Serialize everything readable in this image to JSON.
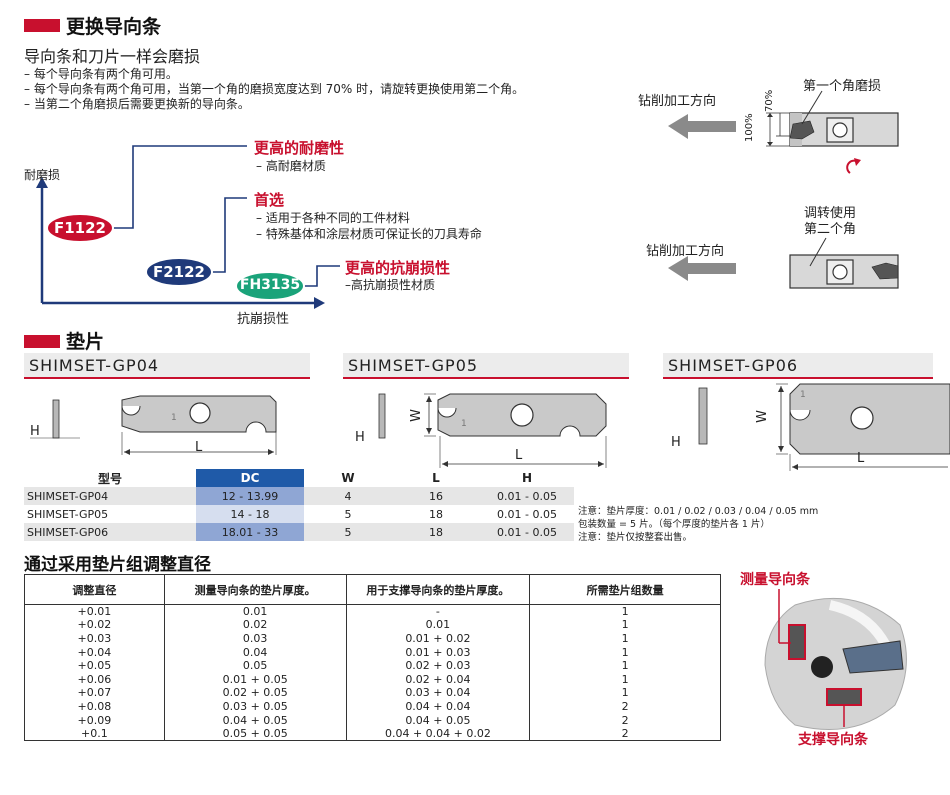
{
  "section1": {
    "title": "更换导向条",
    "subtitle": "导向条和刀片一样会磨损",
    "bullets": [
      "– 每个导向条有两个角可用。",
      "– 每个导向条有两个角可用，当第一个角的磨损宽度达到 70% 时，请旋转更换使用第二个角。",
      "– 当第二个角磨损后需要更换新的导向条。"
    ]
  },
  "grade_chart": {
    "y_label": "耐磨损",
    "x_label": "抗崩损性",
    "grades": [
      {
        "name": "F1122",
        "color": "#c8102e",
        "title": "更高的耐磨性",
        "lines": [
          "– 高耐磨材质"
        ]
      },
      {
        "name": "F2122",
        "color": "#1f3a7a",
        "title": "首选",
        "lines": [
          "– 适用于各种不同的工件材料",
          "– 特殊基体和涂层材质可保证长的刀具寿命"
        ]
      },
      {
        "name": "FH3135",
        "color": "#1aa37a",
        "title": "更高的抗崩损性",
        "lines": [
          "–高抗崩损性材质"
        ]
      }
    ]
  },
  "pad_diagram": {
    "direction_label_1": "钻削加工方向",
    "direction_label_2": "钻削加工方向",
    "first_corner_label": "第一个角磨损",
    "second_corner_label": [
      "调转使用",
      "第二个角"
    ],
    "dim_100": "100%",
    "dim_70": "70%"
  },
  "section2": {
    "title": "垫片",
    "shims": [
      "SHIMSET-GP04",
      "SHIMSET-GP05",
      "SHIMSET-GP06"
    ],
    "dim_labels": {
      "H": "H",
      "L": "L",
      "W": "W",
      "mark": "1"
    }
  },
  "spec_table": {
    "headers": [
      "型号",
      "DC",
      "W",
      "L",
      "H"
    ],
    "rows": [
      [
        "SHIMSET-GP04",
        "12 - 13.99",
        "4",
        "16",
        "0.01 - 0.05"
      ],
      [
        "SHIMSET-GP05",
        "14 - 18",
        "5",
        "18",
        "0.01 - 0.05"
      ],
      [
        "SHIMSET-GP06",
        "18.01 - 33",
        "5",
        "18",
        "0.01 - 0.05"
      ]
    ],
    "notes": [
      "注意：垫片厚度：0.01 / 0.02 / 0.03 / 0.04 / 0.05 mm",
      "包装数量 = 5 片。（每个厚度的垫片各 1 片）",
      "注意：垫片仅按整套出售。"
    ],
    "dc_color": "#1f5aa8"
  },
  "section3": {
    "title": "通过采用垫片组调整直径",
    "headers": [
      "调整直径",
      "测量导向条的垫片厚度。",
      "用于支撑导向条的垫片厚度。",
      "所需垫片组数量"
    ],
    "rows": [
      [
        "+0.01",
        "0.01",
        "-",
        "1"
      ],
      [
        "+0.02",
        "0.02",
        "0.01",
        "1"
      ],
      [
        "+0.03",
        "0.03",
        "0.01 + 0.02",
        "1"
      ],
      [
        "+0.04",
        "0.04",
        "0.01 + 0.03",
        "1"
      ],
      [
        "+0.05",
        "0.05",
        "0.02 + 0.03",
        "1"
      ],
      [
        "+0.06",
        "0.01 + 0.05",
        "0.02 + 0.04",
        "1"
      ],
      [
        "+0.07",
        "0.02 + 0.05",
        "0.03 + 0.04",
        "1"
      ],
      [
        "+0.08",
        "0.03 + 0.05",
        "0.04 + 0.04",
        "2"
      ],
      [
        "+0.09",
        "0.04 + 0.05",
        "0.04 + 0.05",
        "2"
      ],
      [
        "+0.1",
        "0.05 + 0.05",
        "0.04 + 0.04 + 0.02",
        "2"
      ]
    ],
    "measure_label": "测量导向条",
    "support_label": "支撑导向条"
  }
}
